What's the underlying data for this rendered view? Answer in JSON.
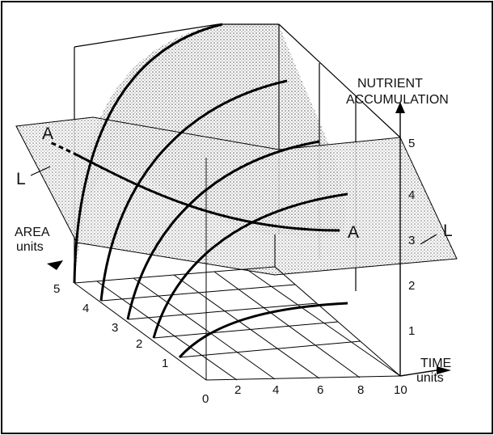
{
  "axes": {
    "vertical_title_line1": "NUTRIENT",
    "vertical_title_line2": "ACCUMULATION",
    "time_title_line1": "TIME",
    "time_title_line2": "units",
    "area_title_line1": "AREA",
    "area_title_line2": "units",
    "time_ticks": [
      "0",
      "2",
      "4",
      "6",
      "8",
      "10"
    ],
    "area_ticks": [
      "1",
      "2",
      "3",
      "4",
      "5"
    ],
    "vertical_ticks": [
      "1",
      "2",
      "3",
      "4",
      "5"
    ]
  },
  "annotations": {
    "point_a_left": "A",
    "point_a_right": "A",
    "plane_l_left": "L",
    "plane_l_right": "L"
  }
}
